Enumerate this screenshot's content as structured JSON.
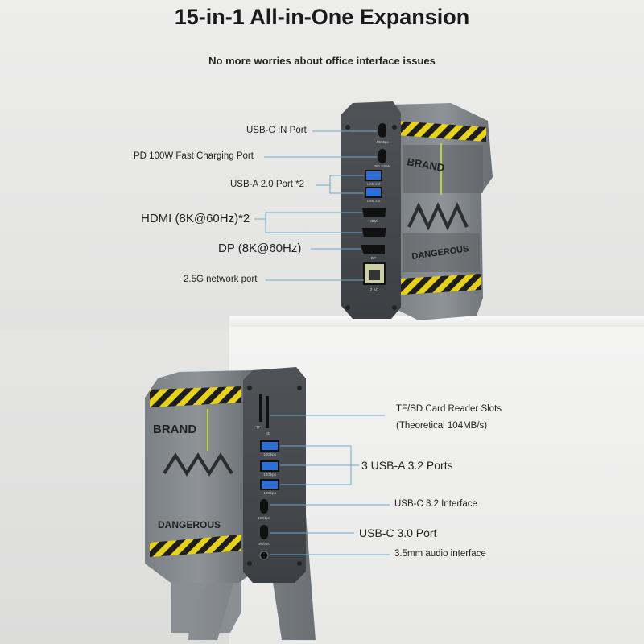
{
  "header": {
    "title": "15-in-1 All-in-One Expansion",
    "subtitle": "No more worries about office interface issues"
  },
  "top_view": {
    "labels": [
      "USB-C IN Port",
      "PD 100W Fast Charging Port",
      "USB-A 2.0 Port *2",
      "HDMI (8K@60Hz)*2",
      "DP (8K@60Hz)",
      "2.5G network port"
    ],
    "device_text": {
      "brand": "BRAND",
      "warning": "DANGEROUS",
      "port_40gbps": "40Gbps",
      "port_pd": "PD 100W",
      "usb20": "USB 2.0",
      "hdmi": "HDMI",
      "dp": "DP",
      "lan": "2.5G"
    }
  },
  "bottom_view": {
    "labels": {
      "card_reader_line1": "TF/SD Card Reader Slots",
      "card_reader_line2": "(Theoretical 104MB/s)",
      "usb_a32": "3 USB-A 3.2 Ports",
      "usb_c32": "USB-C 3.2 Interface",
      "usb_c30": "USB-C 3.0 Port",
      "audio": "3.5mm audio interface"
    },
    "device_text": {
      "brand": "BRAND",
      "warning": "DANGEROUS",
      "tf": "TF",
      "sd": "SD",
      "gbps10": "10Gbps",
      "gbps5": "5Gbps"
    }
  },
  "colors": {
    "body_dark": "#4a4e52",
    "body_light": "#6d7276",
    "stripe_yellow": "#e6d21c",
    "leader_line": "#6fa8c8",
    "accent_green": "#b9d24a"
  }
}
